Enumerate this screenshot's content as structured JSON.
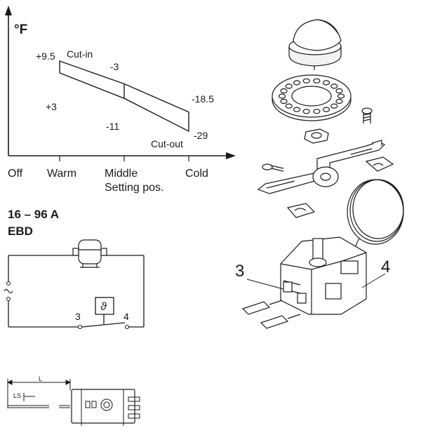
{
  "chart": {
    "unit": "°F",
    "cut_in_label": "Cut-in",
    "cut_out_label": "Cut-out",
    "warm_cut_in": "+9.5",
    "warm_cut_out": "+3",
    "middle_cut_in": "-3",
    "middle_cut_out": "-11",
    "cold_cut_in": "-18.5",
    "cold_cut_out": "-29",
    "x_ticks": [
      "Off",
      "Warm",
      "Middle",
      "Cold"
    ],
    "x_axis_label": "Setting pos."
  },
  "chart_data": {
    "type": "area",
    "categories": [
      "Warm",
      "Middle",
      "Cold"
    ],
    "series": [
      {
        "name": "Cut-in",
        "values": [
          9.5,
          -3,
          -18.5
        ]
      },
      {
        "name": "Cut-out",
        "values": [
          3,
          -11,
          -29
        ]
      }
    ],
    "ylabel": "°F",
    "xlabel": "Setting pos."
  },
  "wiring": {
    "current_range": "16 – 96 A",
    "model": "EBD",
    "terminal_left": "3",
    "terminal_right": "4",
    "thermostat_symbol": "ϑ"
  },
  "exploded_view": {
    "terminal_3": "3",
    "terminal_4": "4"
  },
  "dimensions": {
    "length_label": "L",
    "ls_label": "LS"
  }
}
